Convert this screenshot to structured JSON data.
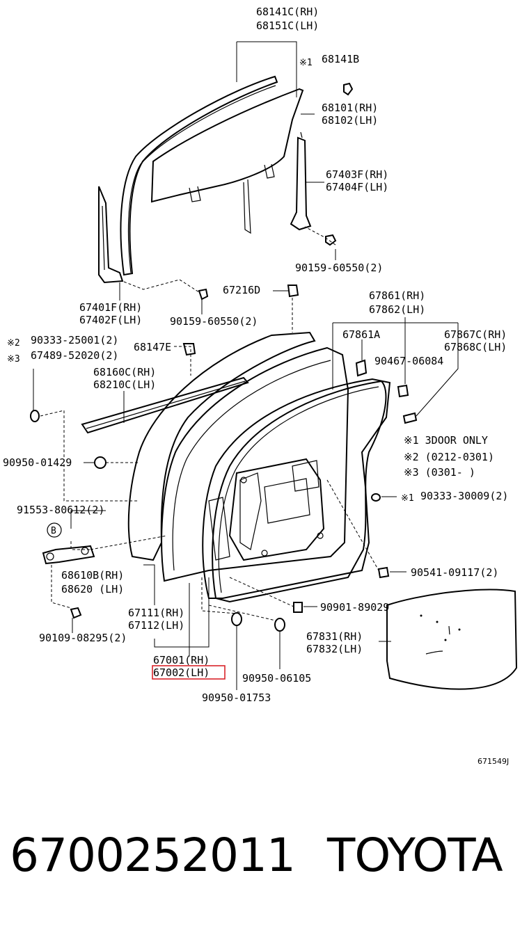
{
  "labels": {
    "l68141C": "68141C(RH)",
    "l68151C": "68151C(LH)",
    "n1a": "※1",
    "l68141B": "68141B",
    "l68101": "68101(RH)",
    "l68102": "68102(LH)",
    "l67403F": "67403F(RH)",
    "l67404F": "67404F(LH)",
    "l90159a": "90159-60550(2)",
    "l67216D": "67216D",
    "l67401F": "67401F(RH)",
    "l67402F": "67402F(LH)",
    "l90159b": "90159-60550(2)",
    "l67861": "67861(RH)",
    "l67862": "67862(LH)",
    "n2": "※2",
    "l90333a": "90333-25001(2)",
    "n3": "※3",
    "l67489": "67489-52020(2)",
    "l68147E": "68147E",
    "l67861A": "67861A",
    "l67867C": "67867C(RH)",
    "l67868C": "67868C(LH)",
    "l90467": "90467-06084",
    "l68160C": "68160C(RH)",
    "l68210C": "68210C(LH)",
    "note1": "※1 3DOOR ONLY",
    "note2": "※2 (0212-0301)",
    "note3": "※3 (0301-      )",
    "l90950a": "90950-01429",
    "n1b": "※1",
    "l90333b": "90333-30009(2)",
    "l91553": "91553-80612(2)",
    "b": "B",
    "l68610B": "68610B(RH)",
    "l68620": "68620  (LH)",
    "l90541": "90541-09117(2)",
    "l67111": "67111(RH)",
    "l67112": "67112(LH)",
    "l90901": "90901-89029",
    "l90109": "90109-08295(2)",
    "l67831": "67831(RH)",
    "l67832": "67832(LH)",
    "l67001": "67001(RH)",
    "l67002": "67002(LH)",
    "l90950b": "90950-06105",
    "l90950c": "90950-01753",
    "figure_ref": "671549J"
  },
  "footer": {
    "part_number": "6700252011",
    "brand": "TOYOTA"
  },
  "colors": {
    "highlight": "#d9232a",
    "line": "#000000"
  }
}
